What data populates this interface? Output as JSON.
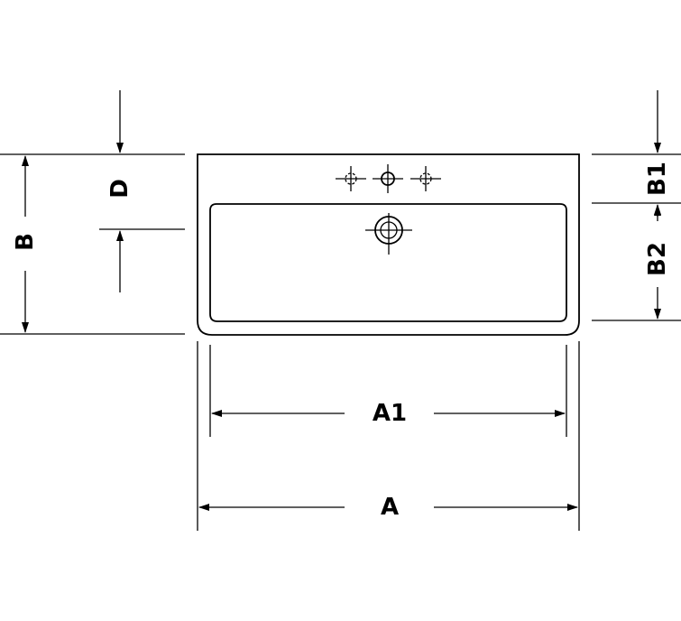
{
  "labels": {
    "a": "A",
    "a1": "A1",
    "b": "B",
    "b1": "B1",
    "b2": "B2",
    "d": "D"
  },
  "colors": {
    "stroke": "#000000",
    "background": "#ffffff"
  }
}
